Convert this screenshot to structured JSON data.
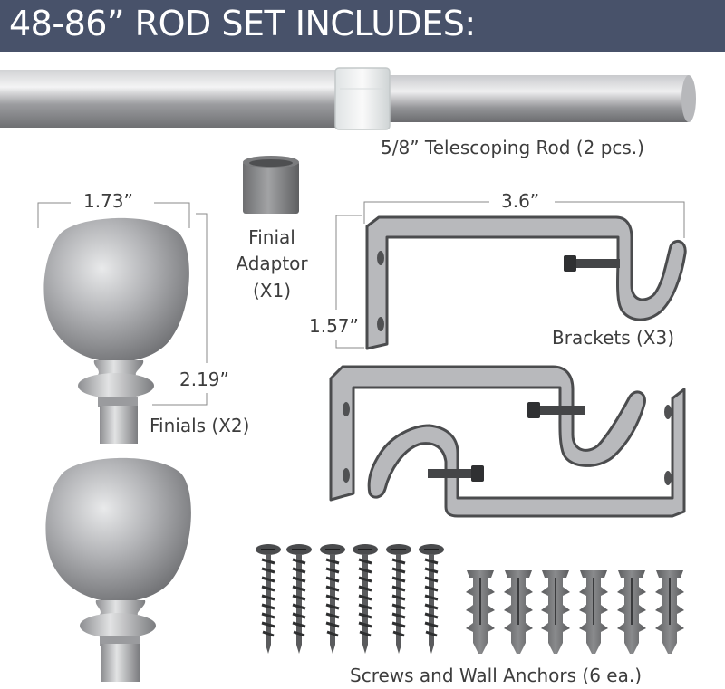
{
  "header": {
    "title": "48-86” ROD SET INCLUDES:"
  },
  "labels": {
    "rod": "5/8” Telescoping Rod (2 pcs.)",
    "adaptor_line1": "Finial",
    "adaptor_line2": "Adaptor",
    "adaptor_line3": "(X1)",
    "finials": "Finials (X2)",
    "brackets": "Brackets (X3)",
    "screws": "Screws and Wall Anchors (6 ea.)"
  },
  "dimensions": {
    "finial_width": "1.73”",
    "finial_height": "2.19”",
    "bracket_width": "3.6”",
    "bracket_height": "1.57”"
  },
  "icons": [
    "telescoping-rod",
    "finial-adaptor",
    "finial",
    "bracket",
    "screw",
    "wall-anchor"
  ],
  "colors": {
    "header_bg": "#48526a",
    "header_text": "#ffffff",
    "metal": "#a9aaad"
  }
}
